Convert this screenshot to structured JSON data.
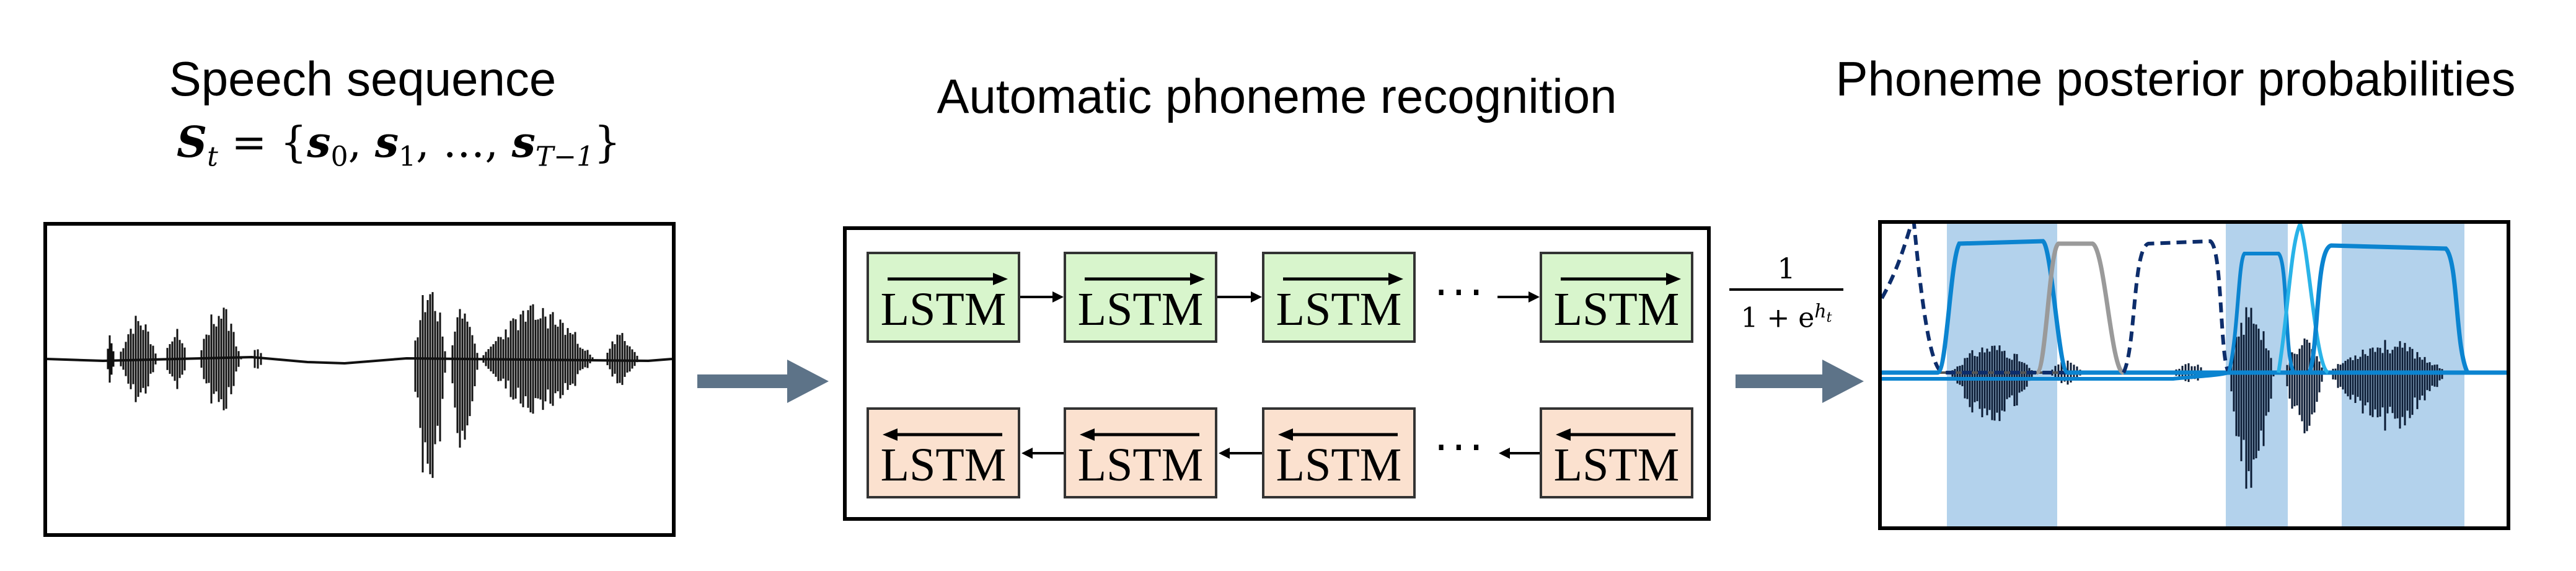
{
  "speech": {
    "title": "Speech sequence",
    "formula_lhs": "S",
    "formula_lhs_sub": "t",
    "formula_eq": " = {",
    "s0": "s",
    "s0_sub": "0",
    "s1": "s",
    "s1_sub": "1",
    "ellipsis": ", …, ",
    "sT": "s",
    "sT_sub": "T−1",
    "close": "}"
  },
  "apr": {
    "title": "Automatic phoneme recognition",
    "cell_label": "LSTM",
    "ellipsis": "···"
  },
  "sigmoid": {
    "numerator": "1",
    "denominator": "1 + e",
    "exponent": "h",
    "exponent_sub": "t"
  },
  "posterior": {
    "title": "Phoneme posterior probabilities"
  },
  "colors": {
    "forward_cell": "#d8f5cc",
    "backward_cell": "#fbe1cf",
    "arrow": "#5d7388",
    "highlight": "#b3d2ec",
    "curve_light": "#0b84d0",
    "curve_navy": "#0d2d6b",
    "curve_cyan": "#29b3e8",
    "curve_gray": "#9a9a9a"
  }
}
